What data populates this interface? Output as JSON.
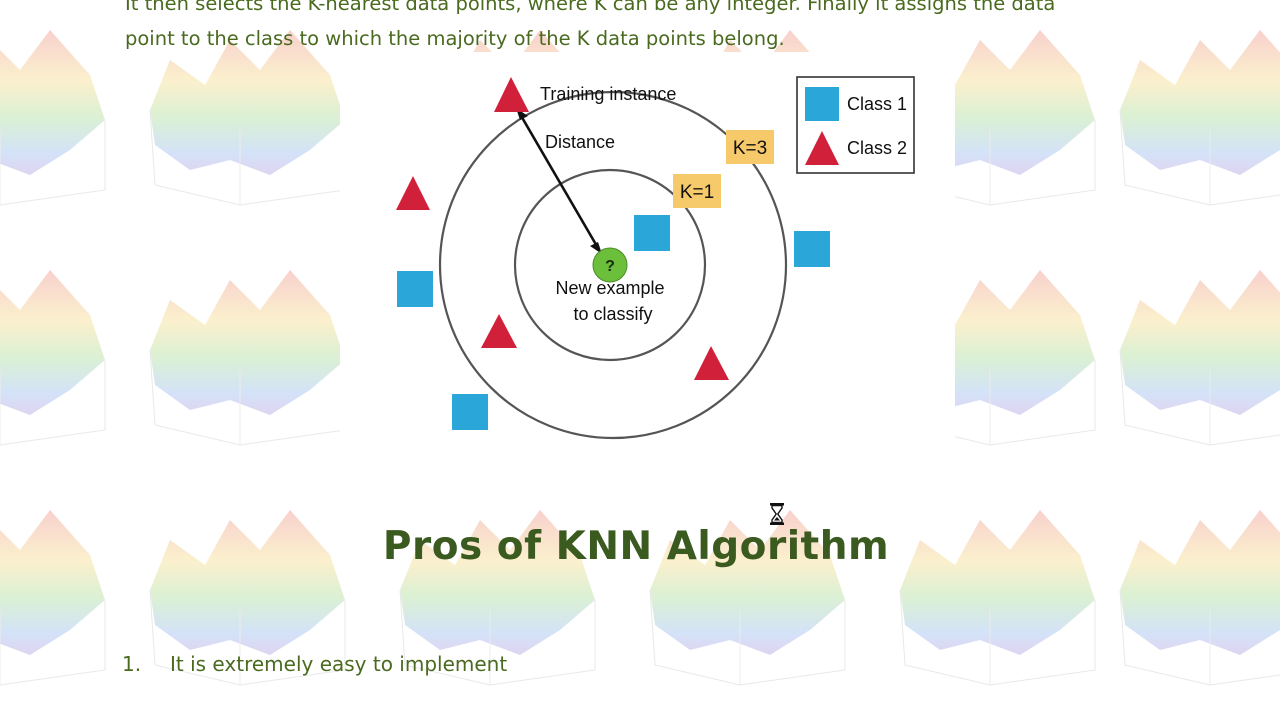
{
  "intro": {
    "line1": "It then selects the K-nearest data points, where K can be any integer. Finally it assigns the data",
    "line2": "point to the class to which the majority of the K data points belong."
  },
  "diagram": {
    "training_label": "Training instance",
    "distance_label": "Distance",
    "k3_label": "K=3",
    "k1_label": "K=1",
    "query_symbol": "?",
    "new_example_line1": "New example",
    "new_example_line2": "to classify",
    "legend": [
      {
        "label": "Class 1",
        "shape": "square-icon"
      },
      {
        "label": "Class 2",
        "shape": "triangle-icon"
      }
    ]
  },
  "colors": {
    "class1": "#2aa7d8",
    "class2": "#d0203a",
    "query": "#6cbf3a",
    "k_badge": "#f6c96a",
    "title": "#3b5a1f",
    "body_text": "#4a6a1f"
  },
  "section": {
    "title": "Pros of KNN Algorithm"
  },
  "pros": [
    {
      "number": "1.",
      "text": "It is extremely easy to implement"
    }
  ]
}
